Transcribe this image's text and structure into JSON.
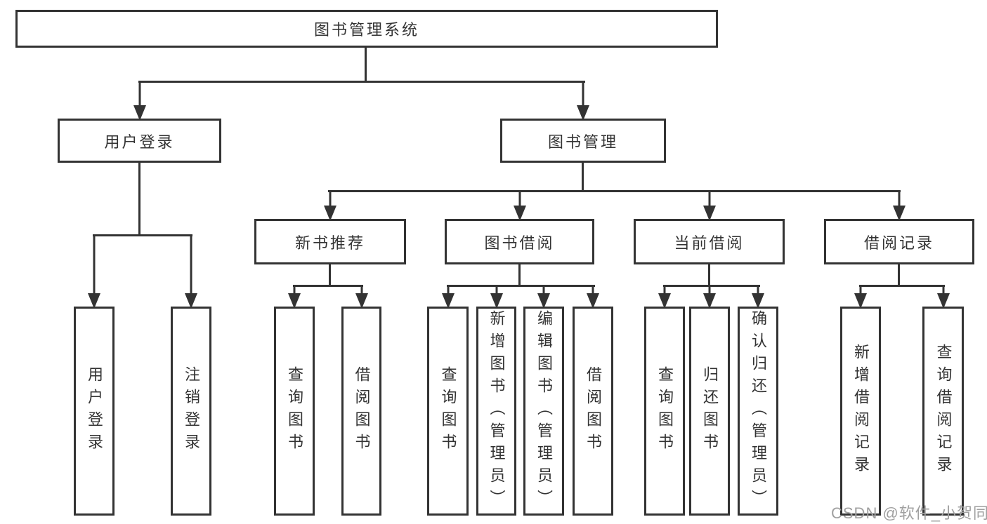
{
  "colors": {
    "line": "#333333",
    "text": "#333333",
    "background": "#ffffff",
    "watermark": "#a0a0a0"
  },
  "nodes": {
    "root": {
      "label": "图书管理系统"
    },
    "user_login": {
      "label": "用户登录"
    },
    "book_management": {
      "label": "图书管理"
    },
    "new_book_recommend": {
      "label": "新书推荐"
    },
    "book_borrow": {
      "label": "图书借阅"
    },
    "current_borrow": {
      "label": "当前借阅"
    },
    "borrow_records": {
      "label": "借阅记录"
    },
    "leaves": [
      {
        "label": "用户登录"
      },
      {
        "label": "注销登录"
      },
      {
        "label": "查询图书"
      },
      {
        "label": "借阅图书"
      },
      {
        "label": "查询图书"
      },
      {
        "label": "新增图书（管理员）"
      },
      {
        "label": "编辑图书（管理员）"
      },
      {
        "label": "借阅图书"
      },
      {
        "label": "查询图书"
      },
      {
        "label": "归还图书"
      },
      {
        "label": "确认归还（管理员）"
      },
      {
        "label": "新增借阅记录"
      },
      {
        "label": "查询借阅记录"
      }
    ]
  },
  "watermark": {
    "text": "CSDN @软件_小贺同学"
  }
}
